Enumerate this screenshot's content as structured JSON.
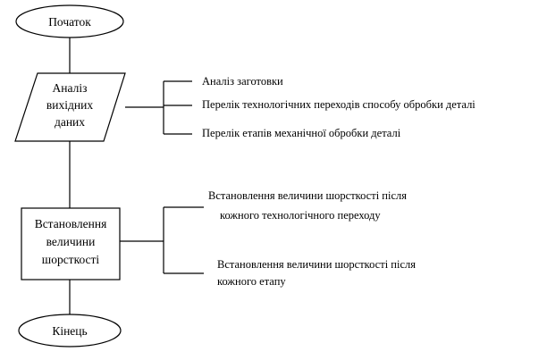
{
  "flowchart": {
    "start": "Початок",
    "input": [
      "Аналіз",
      "вихідних",
      "даних"
    ],
    "process": [
      "Встановлення",
      "величини",
      "шорсткості"
    ],
    "end": "Кінець"
  },
  "annotations": {
    "input_notes": [
      "Аналіз заготовки",
      "Перелік технологічних переходів способу обробки деталі",
      "Перелік етапів механічної обробки деталі"
    ],
    "process_notes": [
      [
        "Встановлення величини шорсткості після",
        "кожного технологічного переходу"
      ],
      [
        "Встановлення величини шорсткості після",
        "кожного етапу"
      ]
    ]
  }
}
